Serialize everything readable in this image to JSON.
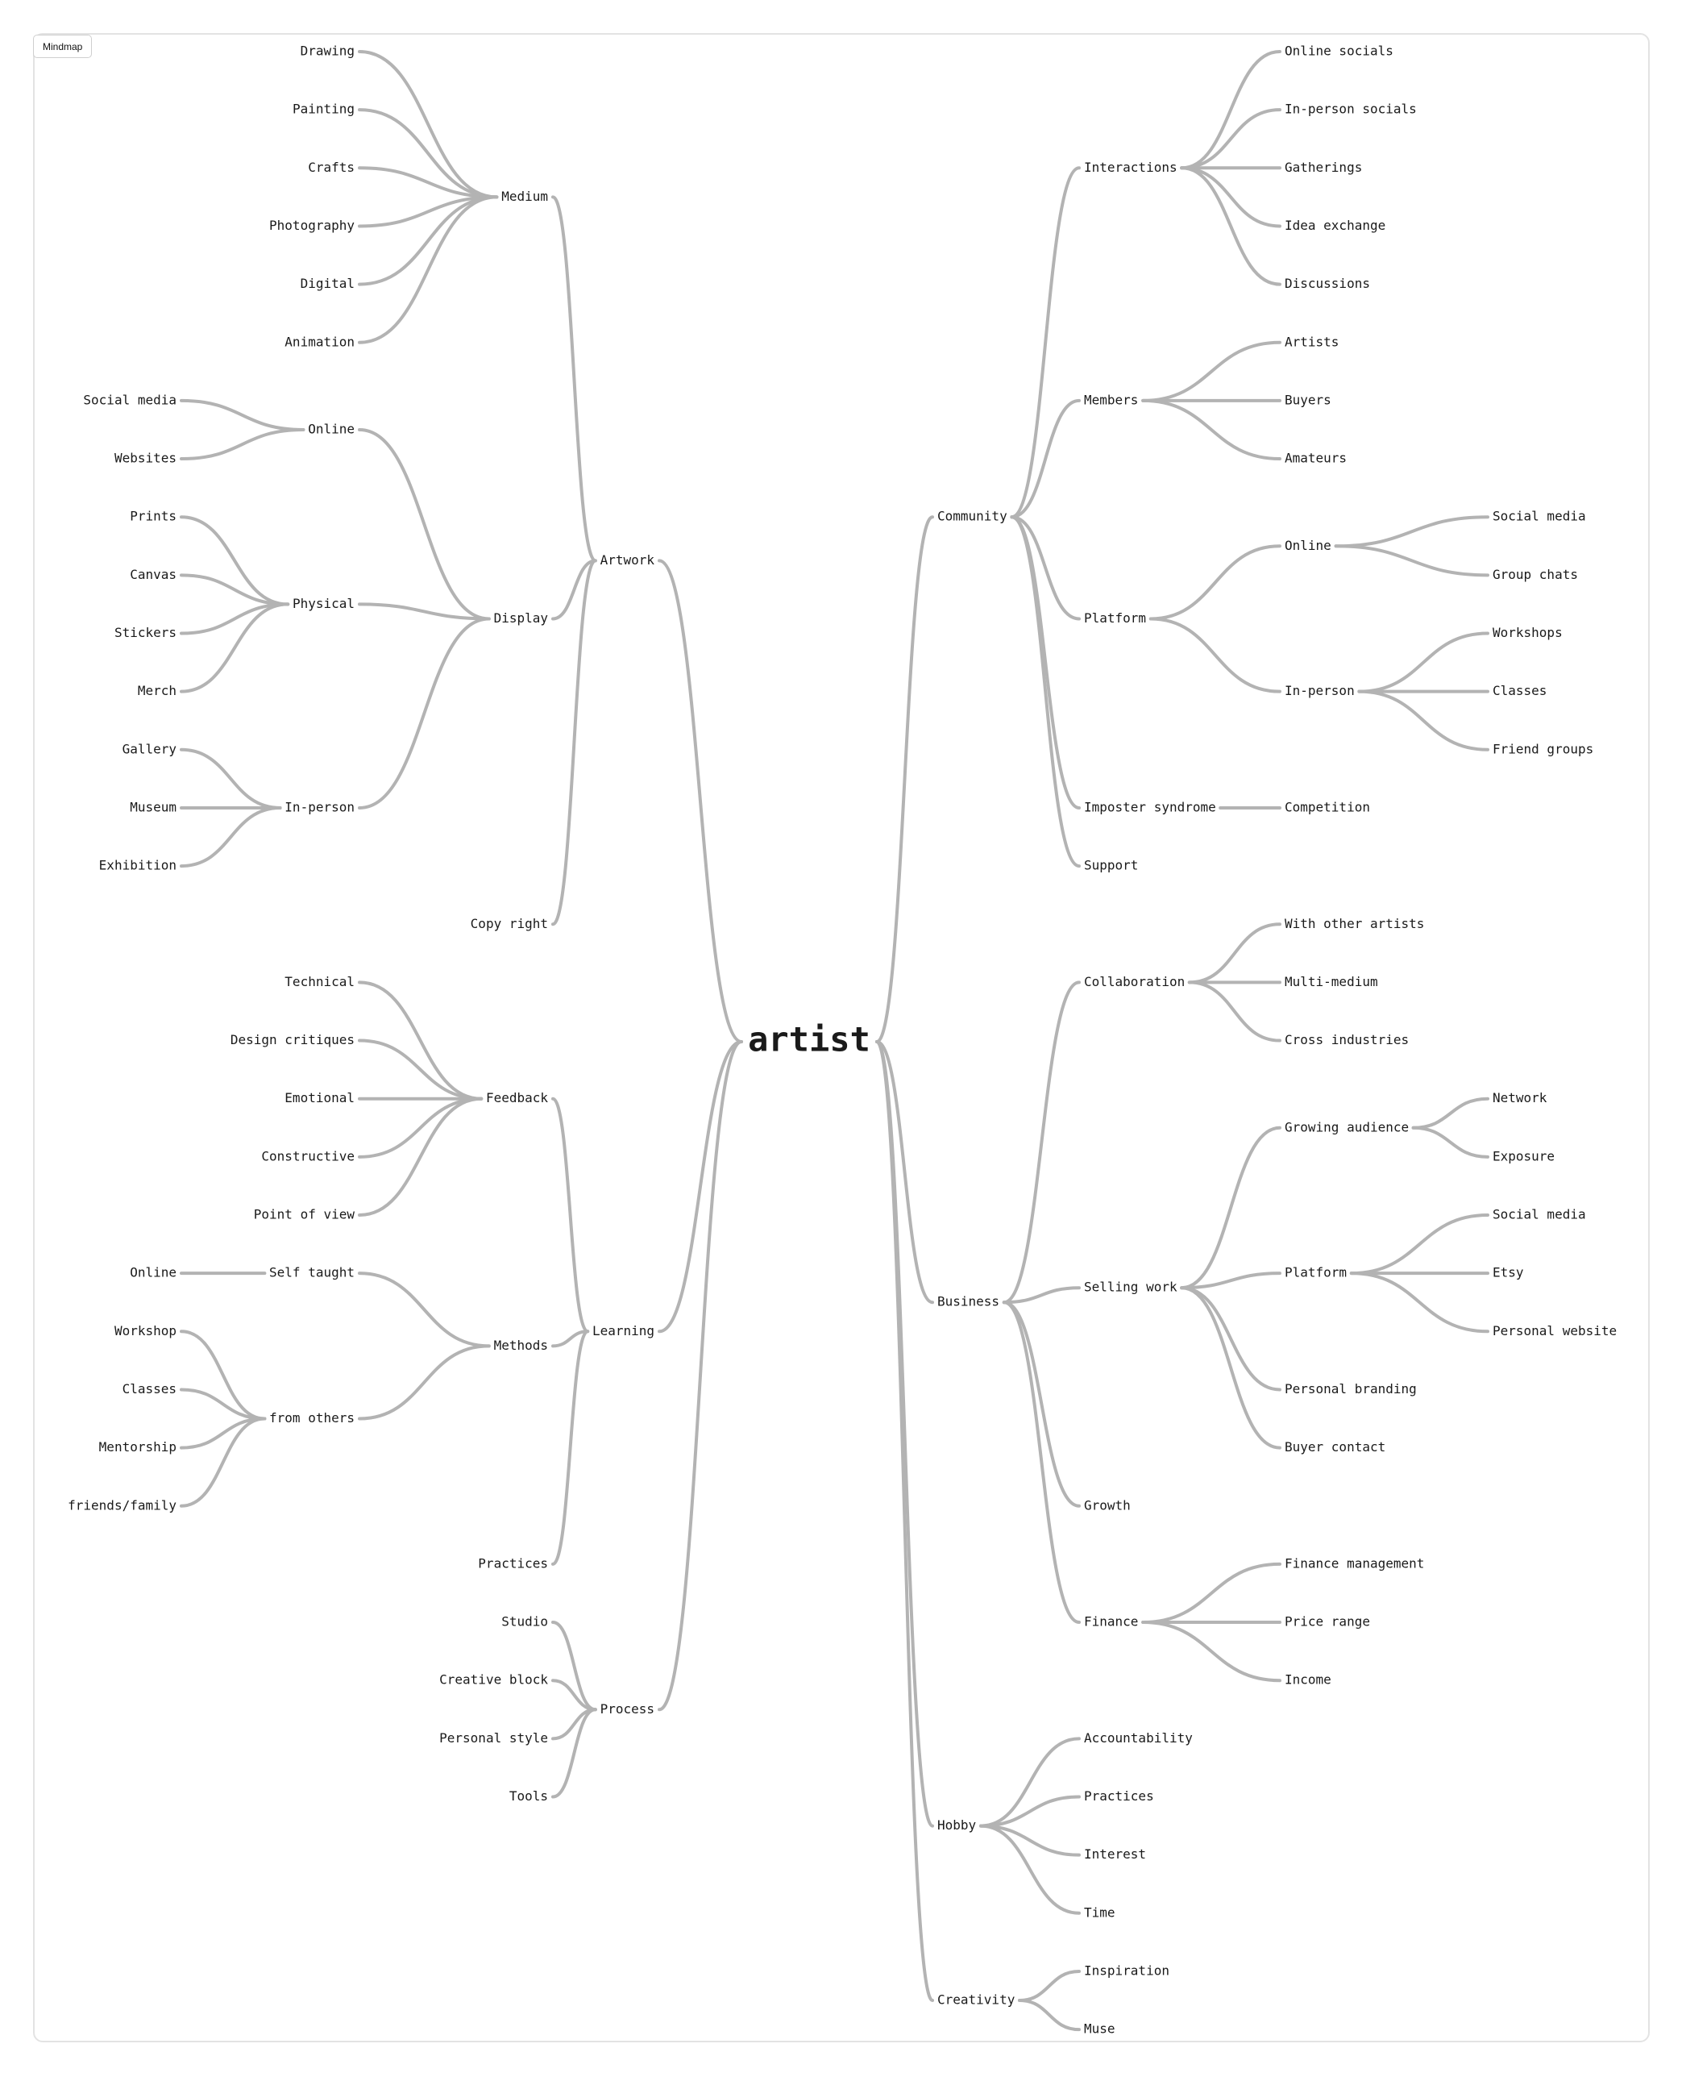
{
  "tab": {
    "label": "Mindmap"
  },
  "mindmap": {
    "root": "artist",
    "left": [
      {
        "label": "Artwork",
        "children": [
          {
            "label": "Medium",
            "children": [
              {
                "label": "Drawing"
              },
              {
                "label": "Painting"
              },
              {
                "label": "Crafts"
              },
              {
                "label": "Photography"
              },
              {
                "label": "Digital"
              },
              {
                "label": "Animation"
              }
            ]
          },
          {
            "label": "Display",
            "children": [
              {
                "label": "Online",
                "children": [
                  {
                    "label": "Social media"
                  },
                  {
                    "label": "Websites"
                  }
                ]
              },
              {
                "label": "Physical",
                "children": [
                  {
                    "label": "Prints"
                  },
                  {
                    "label": "Canvas"
                  },
                  {
                    "label": "Stickers"
                  },
                  {
                    "label": "Merch"
                  }
                ]
              },
              {
                "label": "In-person",
                "children": [
                  {
                    "label": "Gallery"
                  },
                  {
                    "label": "Museum"
                  },
                  {
                    "label": "Exhibition"
                  }
                ]
              }
            ]
          },
          {
            "label": "Copy right"
          }
        ]
      },
      {
        "label": "Learning",
        "children": [
          {
            "label": "Feedback",
            "children": [
              {
                "label": "Technical"
              },
              {
                "label": "Design critiques"
              },
              {
                "label": "Emotional"
              },
              {
                "label": "Constructive"
              },
              {
                "label": "Point of view"
              }
            ]
          },
          {
            "label": "Methods",
            "children": [
              {
                "label": "Self taught",
                "children": [
                  {
                    "label": "Online"
                  }
                ]
              },
              {
                "label": "from others",
                "children": [
                  {
                    "label": "Workshop"
                  },
                  {
                    "label": "Classes"
                  },
                  {
                    "label": "Mentorship"
                  },
                  {
                    "label": "friends/family"
                  }
                ]
              }
            ]
          },
          {
            "label": "Practices"
          }
        ]
      },
      {
        "label": "Process",
        "children": [
          {
            "label": "Studio"
          },
          {
            "label": "Creative block"
          },
          {
            "label": "Personal style"
          },
          {
            "label": "Tools"
          }
        ]
      }
    ],
    "right": [
      {
        "label": "Community",
        "children": [
          {
            "label": "Interactions",
            "children": [
              {
                "label": "Online socials"
              },
              {
                "label": "In-person socials"
              },
              {
                "label": "Gatherings"
              },
              {
                "label": "Idea exchange"
              },
              {
                "label": "Discussions"
              }
            ]
          },
          {
            "label": "Members",
            "children": [
              {
                "label": "Artists"
              },
              {
                "label": "Buyers"
              },
              {
                "label": "Amateurs"
              }
            ]
          },
          {
            "label": "Platform",
            "children": [
              {
                "label": "Online",
                "children": [
                  {
                    "label": "Social media"
                  },
                  {
                    "label": "Group chats"
                  }
                ]
              },
              {
                "label": "In-person",
                "children": [
                  {
                    "label": "Workshops"
                  },
                  {
                    "label": "Classes"
                  },
                  {
                    "label": "Friend groups"
                  }
                ]
              }
            ]
          },
          {
            "label": "Imposter syndrome",
            "children": [
              {
                "label": "Competition"
              }
            ]
          },
          {
            "label": "Support"
          }
        ]
      },
      {
        "label": "Business",
        "children": [
          {
            "label": "Collaboration",
            "children": [
              {
                "label": "With other artists"
              },
              {
                "label": "Multi-medium"
              },
              {
                "label": "Cross industries"
              }
            ]
          },
          {
            "label": "Selling work",
            "children": [
              {
                "label": "Growing audience",
                "children": [
                  {
                    "label": "Network"
                  },
                  {
                    "label": "Exposure"
                  }
                ]
              },
              {
                "label": "Platform",
                "children": [
                  {
                    "label": "Social media"
                  },
                  {
                    "label": "Etsy"
                  },
                  {
                    "label": "Personal website"
                  }
                ]
              },
              {
                "label": "Personal branding"
              },
              {
                "label": "Buyer contact"
              }
            ]
          },
          {
            "label": "Growth"
          },
          {
            "label": "Finance",
            "children": [
              {
                "label": "Finance management"
              },
              {
                "label": "Price range"
              },
              {
                "label": "Income"
              }
            ]
          }
        ]
      },
      {
        "label": "Hobby",
        "children": [
          {
            "label": "Accountability"
          },
          {
            "label": "Practices"
          },
          {
            "label": "Interest"
          },
          {
            "label": "Time"
          }
        ]
      },
      {
        "label": "Creativity",
        "children": [
          {
            "label": "Inspiration"
          },
          {
            "label": "Muse"
          }
        ]
      }
    ]
  }
}
